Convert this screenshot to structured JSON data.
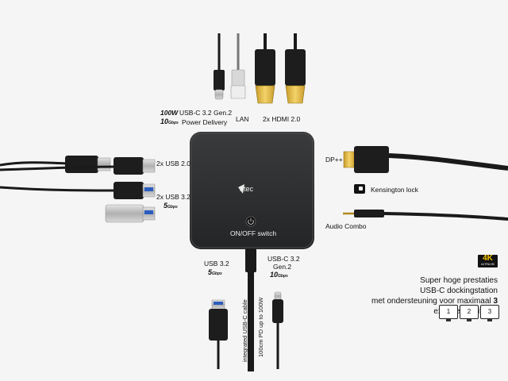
{
  "device": {
    "brand": "i-tec",
    "switch_label": "ON/OFF switch"
  },
  "ports": {
    "power_watt": "100W",
    "power_line1": "USB-C 3.2 Gen.2",
    "power_speed": "10",
    "power_line2": "Power Delivery",
    "lan": "LAN",
    "hdmi": "2x HDMI 2.0",
    "usb20": "2x USB 2.0",
    "usb32_left": "2x USB 3.2",
    "usb32_left_speed": "5",
    "dp": "DP++",
    "kensington": "Kensington lock",
    "audio": "Audio Combo",
    "usb32_bottom": "USB 3.2",
    "usb32_bottom_speed": "5",
    "usbc_bottom_line1": "USB-C 3.2",
    "usbc_bottom_line2": "Gen.2",
    "usbc_bottom_speed": "10",
    "gbps_unit": "Gbps",
    "cable_line1": "integrated USB-C cable",
    "cable_line2": "100cm PD up to 100W"
  },
  "promo": {
    "badge_main": "4K",
    "badge_sub": "ULTRA HD",
    "line1": "Super hoge prestaties",
    "line2": "USB-C dockingstation",
    "line3_pre": "met ondersteuning voor maximaal ",
    "line3_num": "3",
    "line4": "externe monitoren",
    "monitors": [
      "1",
      "2",
      "3"
    ]
  },
  "colors": {
    "background": "#f5f5f5",
    "device_body": "#2f3031",
    "cable": "#1a1a1a",
    "badge_yellow": "#f3c300"
  }
}
